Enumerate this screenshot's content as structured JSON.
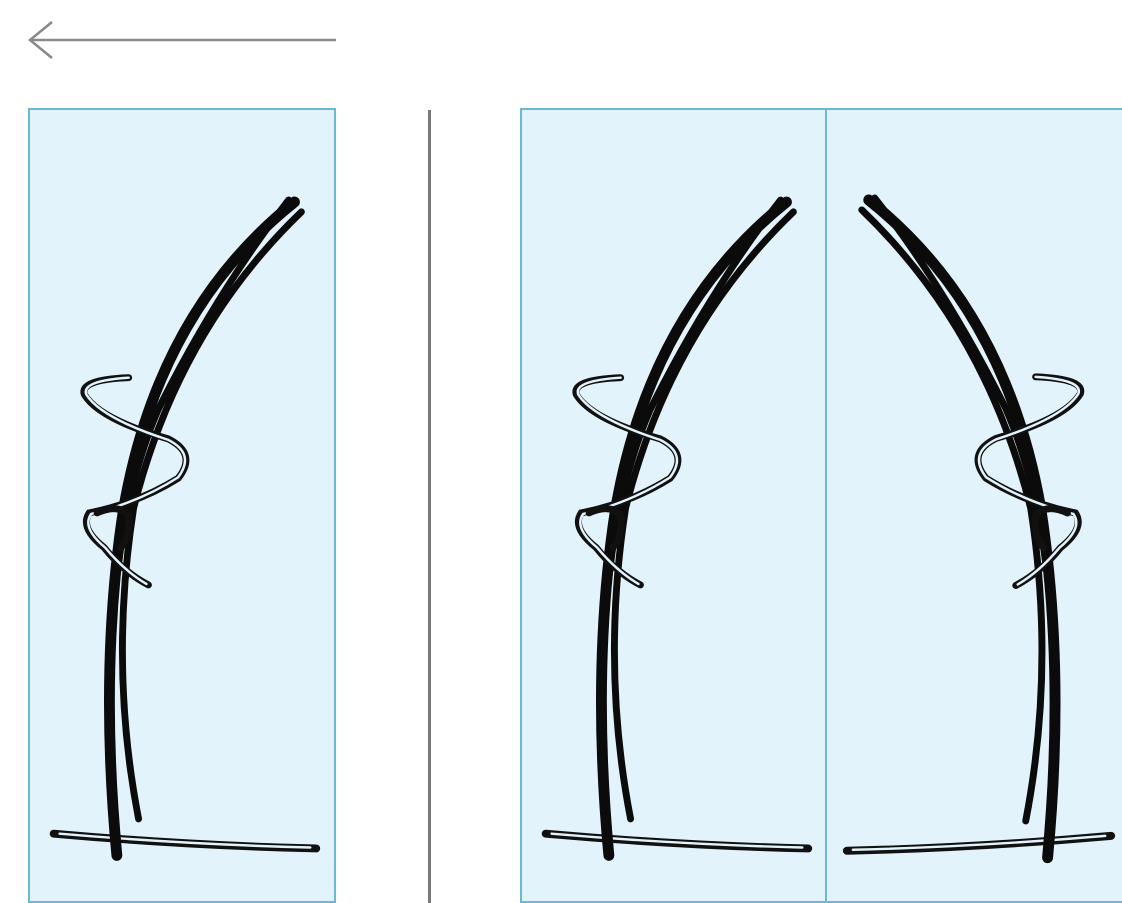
{
  "navigation": {
    "back_icon": "arrow-left-icon"
  },
  "colors": {
    "panel_fill": "#e3f3fb",
    "panel_border": "#6ab8d2",
    "divider": "#7a7a7a",
    "arrow": "#8a8a8a",
    "drawing": "#0b0b0b"
  },
  "panels": [
    {
      "id": "single-view",
      "orientation": "original"
    },
    {
      "id": "pair-left",
      "orientation": "original"
    },
    {
      "id": "pair-right",
      "orientation": "mirrored"
    }
  ]
}
